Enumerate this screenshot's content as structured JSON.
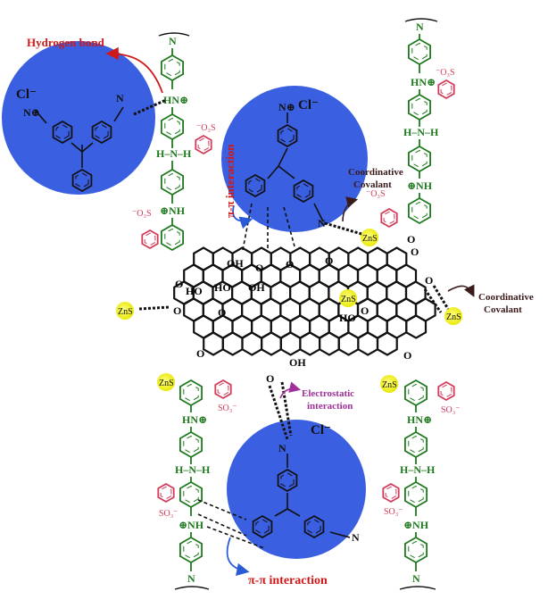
{
  "colors": {
    "dye_blue": "#3a5fe0",
    "polymer_green": "#1f7a1f",
    "sulfonate_red": "#d23c5a",
    "label_red": "#d01818",
    "label_purple": "#a0309a",
    "label_dark": "#3a1a1a",
    "arrow_blue": "#2a5bd7",
    "zns_yellow": "#f2f21a"
  },
  "labels": {
    "hydrogen_bond": "Hydrogen bond",
    "pi_pi_interaction_top": "π-π interaction",
    "pi_pi_interaction_bottom": "π-π interaction",
    "coordinative_top_1": "Coordinative",
    "coordinative_top_2": "Covalant",
    "coordinative_right_1": "Coordinative",
    "coordinative_right_2": "Covalant",
    "electrostatic_1": "Electrostatic",
    "electrostatic_2": "interaction",
    "chloride": "Cl⁻",
    "zns": "ZnS",
    "o3s": "⁻O₃S",
    "so3": "SO₃⁻",
    "hn_plus": "HN⊕",
    "nh_plus": "⊕NH",
    "h_n_h": "H–N–H",
    "n_minus": "N",
    "n_plus": "N⊕",
    "oh": "OH",
    "ho": "HO",
    "cooh": "OH",
    "o": "O"
  },
  "icons": {
    "dye_circle": "dye-molecule-circle",
    "zns_bead": "zns-particle",
    "graphene_sheet": "graphene-oxide-sheet"
  }
}
